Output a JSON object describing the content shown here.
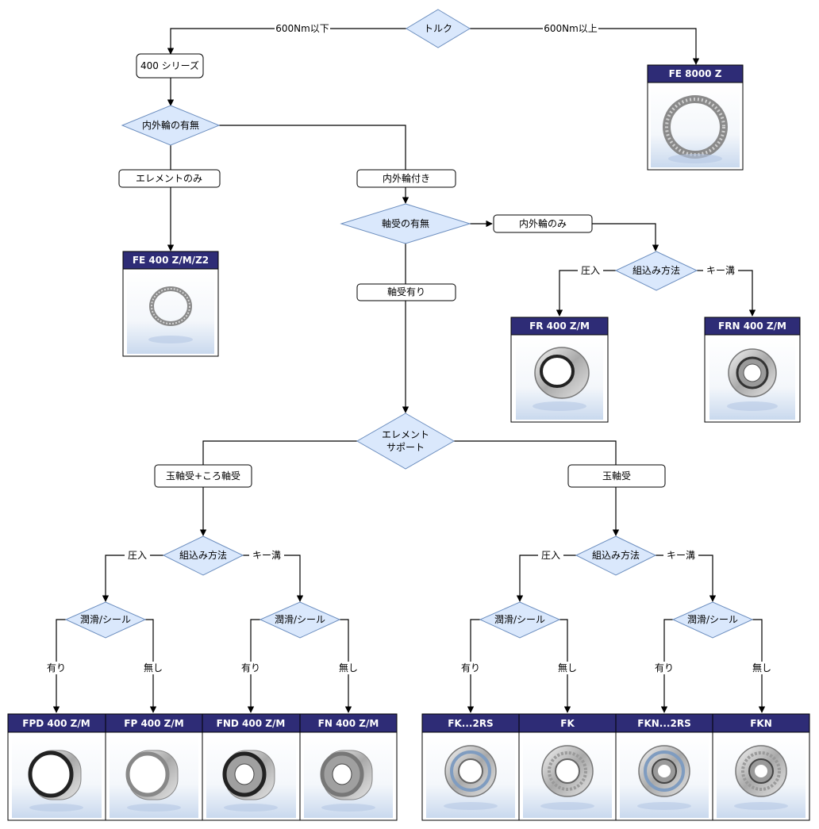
{
  "colors": {
    "diamond_fill": "#dae8fc",
    "diamond_stroke": "#6c8ebf",
    "card_header": "#2e2c76",
    "photo_bg": "#eef3fa"
  },
  "decisions": {
    "torque": "トルク",
    "inner_outer_ring": "内外輪の有無",
    "bearing": "軸受の有無",
    "install_top": "組込み方法",
    "element_support_line1": "エレメント",
    "element_support_line2": "サポート",
    "install_left": "組込み方法",
    "install_right": "組込み方法",
    "lube_1": "潤滑/シール",
    "lube_2": "潤滑/シール",
    "lube_3": "潤滑/シール",
    "lube_4": "潤滑/シール"
  },
  "boxes": {
    "series_400": "400 シリーズ",
    "element_only": "エレメントのみ",
    "with_rings": "内外輪付き",
    "rings_only": "内外輪のみ",
    "with_bearing": "軸受有り",
    "ball_roller": "玉軸受+ころ軸受",
    "ball_only": "玉軸受"
  },
  "edge_labels": {
    "torque_low": "600Nm以下",
    "torque_high": "600Nm以上",
    "press_top": "圧入",
    "key_top": "キー溝",
    "press_left": "圧入",
    "key_left": "キー溝",
    "press_right": "圧入",
    "key_right": "キー溝",
    "yes_1": "有り",
    "no_1": "無し",
    "yes_2": "有り",
    "no_2": "無し",
    "yes_3": "有り",
    "no_3": "無し",
    "yes_4": "有り",
    "no_4": "無し"
  },
  "products": {
    "fe8000": "FE 8000 Z",
    "fe400": "FE 400 Z/M/Z2",
    "fr400": "FR 400 Z/M",
    "frn400": "FRN 400 Z/M",
    "fpd400": "FPD 400 Z/M",
    "fp400": "FP 400 Z/M",
    "fnd400": "FND 400 Z/M",
    "fn400": "FN 400 Z/M",
    "fk2rs": "FK...2RS",
    "fk": "FK",
    "fkn2rs": "FKN...2RS",
    "fkn": "FKN"
  }
}
